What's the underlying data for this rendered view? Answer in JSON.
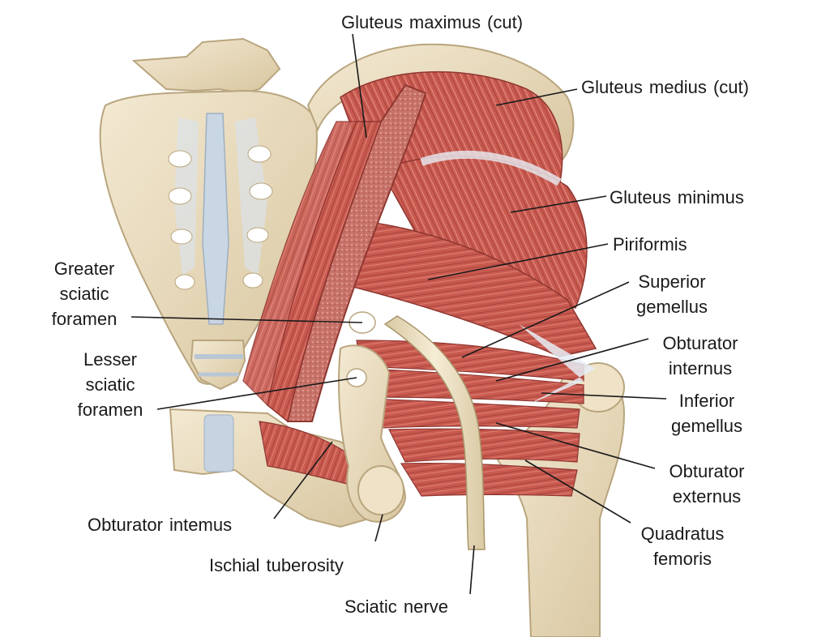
{
  "labels": {
    "gluteus_maximus": "Gluteus maximus (cut)",
    "gluteus_medius": "Gluteus medius (cut)",
    "gluteus_minimus": "Gluteus minimus",
    "piriformis": "Piriformis",
    "superior_gemellus": [
      "Superior",
      "gemellus"
    ],
    "obturator_internus_right": [
      "Obturator",
      "internus"
    ],
    "inferior_gemellus": [
      "Inferior",
      "gemellus"
    ],
    "obturator_externus": [
      "Obturator",
      "externus"
    ],
    "quadratus_femoris": [
      "Quadratus",
      "femoris"
    ],
    "greater_sciatic_foramen": [
      "Greater",
      "sciatic",
      "foramen"
    ],
    "lesser_sciatic_foramen": [
      "Lesser",
      "sciatic",
      "foramen"
    ],
    "obturator_internus_left": "Obturator intemus",
    "ischial_tuberosity": "Ischial tuberosity",
    "sciatic_nerve": "Sciatic nerve"
  },
  "colors": {
    "bone": "#e9dcc0",
    "bone_shadow": "#c9b58e",
    "muscle": "#c95a50",
    "muscle_dark": "#a33f38",
    "muscle_light": "#e08a7e",
    "tendon": "#dfe6ee",
    "nerve": "#efe3c6",
    "leader": "#1a1a1a"
  }
}
